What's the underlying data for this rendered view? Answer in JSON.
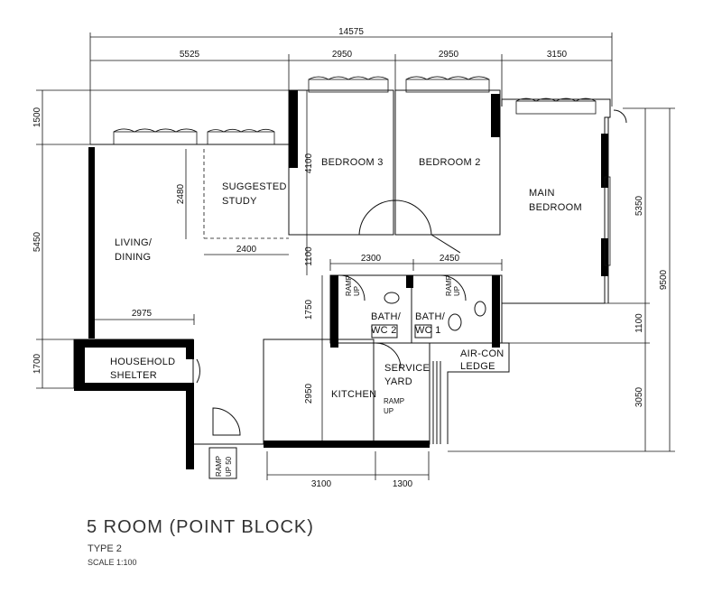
{
  "dimensions": {
    "overall_width": "14575",
    "seg_living": "5525",
    "seg_bed3": "2950",
    "seg_bed2": "2950",
    "seg_master": "3150",
    "left_1500": "1500",
    "left_5450": "5450",
    "left_1700": "1700",
    "study_2480": "2480",
    "study_2400": "2400",
    "bed3_4100": "4100",
    "corr_1100": "1100",
    "bath_2300": "2300",
    "bath_2450": "2450",
    "bath_1750": "1750",
    "living_2975": "2975",
    "kitchen_2950": "2950",
    "kitchen_3100": "3100",
    "yard_1300": "1300",
    "right_5350": "5350",
    "right_9500": "9500",
    "right_1100": "1100",
    "right_3050": "3050"
  },
  "rooms": {
    "bedroom3": "BEDROOM 3",
    "bedroom2": "BEDROOM 2",
    "main_bedroom_1": "MAIN",
    "main_bedroom_2": "BEDROOM",
    "study_1": "SUGGESTED",
    "study_2": "STUDY",
    "living_1": "LIVING/",
    "living_2": "DINING",
    "shelter_1": "HOUSEHOLD",
    "shelter_2": "SHELTER",
    "bath2_1": "BATH/",
    "bath2_2": "WC 2",
    "bath1_1": "BATH/",
    "bath1_2": "WC 1",
    "kitchen": "KITCHEN",
    "yard_1": "SERVICE",
    "yard_2": "YARD",
    "aircon_1": "AIR-CON",
    "aircon_2": "LEDGE"
  },
  "ramps": {
    "ramp": "RAMP",
    "up": "UP",
    "up50": "UP 50"
  },
  "caption": {
    "title": "5 ROOM (POINT BLOCK)",
    "type": "TYPE 2",
    "scale": "SCALE  1:100"
  }
}
